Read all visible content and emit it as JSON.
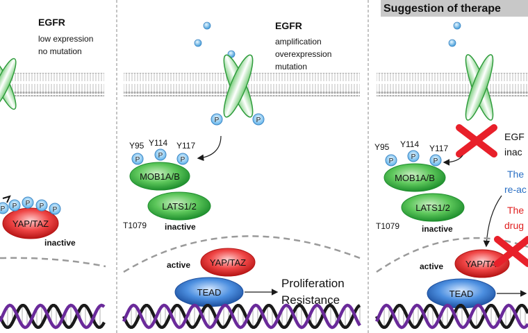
{
  "panel1": {
    "egfr_title": "EGFR",
    "egfr_status": [
      "low expression",
      "no mutation"
    ],
    "phospho_label": "P",
    "yap_label": "YAP/TAZ",
    "yap_state": "inactive"
  },
  "panel2": {
    "egfr_title": "EGFR",
    "egfr_status": [
      "amplification",
      "overexpression",
      "mutation"
    ],
    "phospho_label": "P",
    "sites": [
      "Y95",
      "Y114",
      "Y117"
    ],
    "mob_label": "MOB1A/B",
    "lats_label": "LATS1/2",
    "lats_site": "T1079",
    "lats_state": "inactive",
    "yap_state": "active",
    "yap_label": "YAP/TAZ",
    "tead_label": "TEAD",
    "outcomes": [
      "Proliferation",
      "Resistance"
    ]
  },
  "panel3": {
    "title": "Suggestion of therape",
    "phospho_label": "P",
    "sites": [
      "Y95",
      "Y114",
      "Y117"
    ],
    "egfr_fragment": [
      "EGF",
      "inac"
    ],
    "blue_fragment": [
      "The",
      "re-ac"
    ],
    "red_fragment": [
      "The",
      "drug"
    ],
    "mob_label": "MOB1A/B",
    "lats_label": "LATS1/2",
    "lats_site": "T1079",
    "lats_state": "inactive",
    "yap_state": "active",
    "yap_label": "YAP/TA",
    "tead_label": "TEAD"
  },
  "colors": {
    "green": "#3eb449",
    "red": "#e5262a",
    "blue": "#2e6cc0",
    "cross": "#e8202a",
    "blue_text": "#2a6fc4",
    "red_text": "#e02020",
    "dna_dark": "#1a1a1a",
    "dna_purple": "#6a2a9a"
  }
}
